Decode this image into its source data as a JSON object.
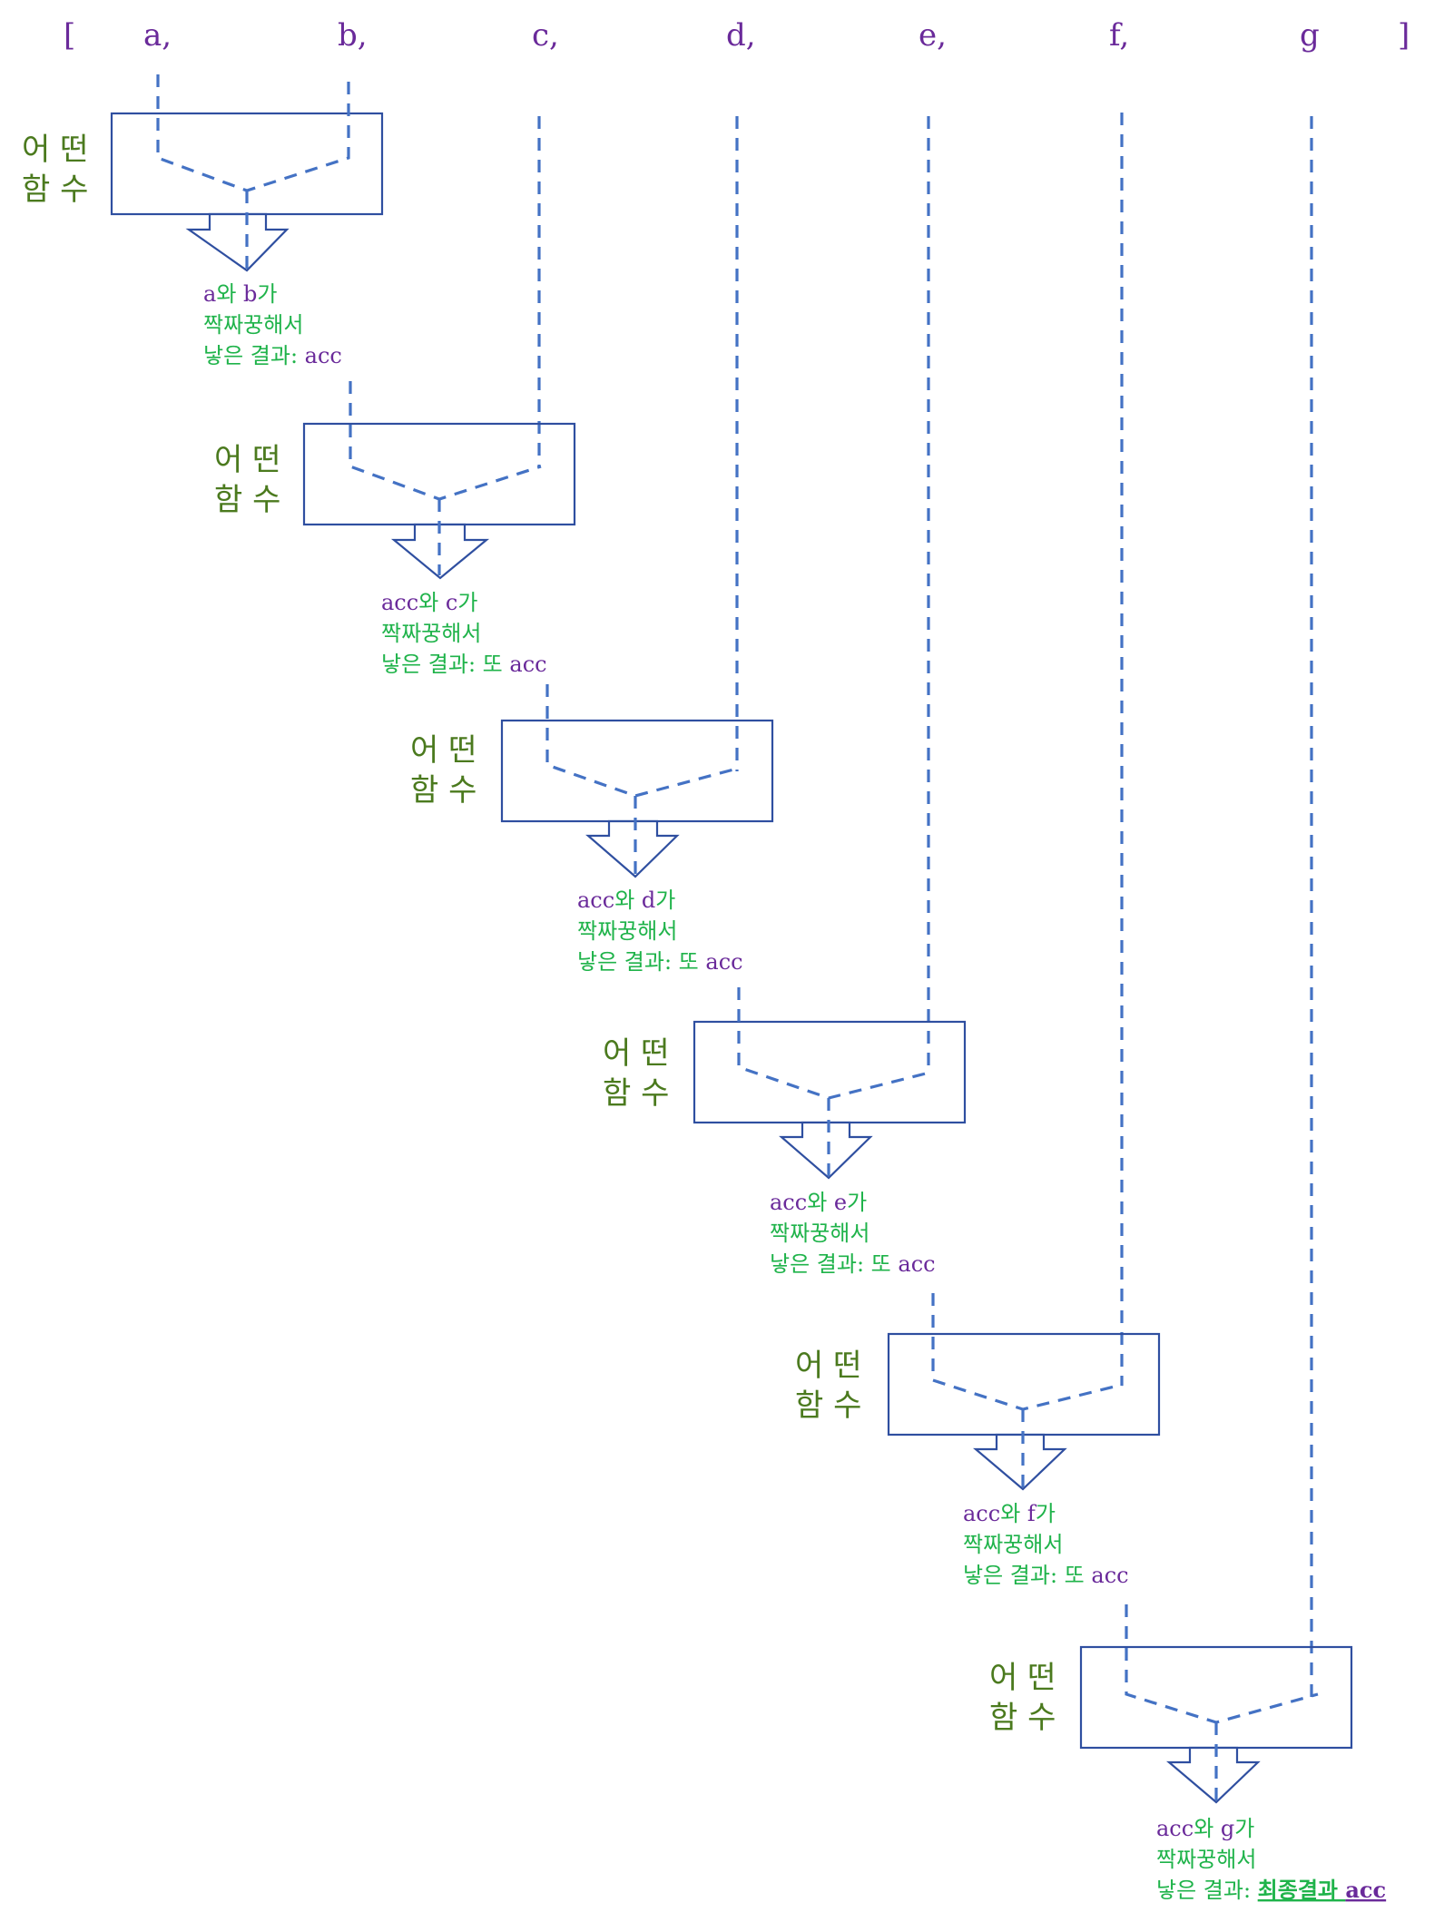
{
  "header": {
    "open_bracket": "[",
    "close_bracket": "]",
    "items": [
      "a,",
      "b,",
      "c,",
      "d,",
      "e,",
      "f,",
      "g"
    ]
  },
  "function_label": {
    "line1": "어 떤",
    "line2": "함 수"
  },
  "steps": [
    {
      "acc_part": "a",
      "conn": "와 ",
      "next": "b",
      "ga": "가",
      "line2": "짝짜꿍해서",
      "line3_prefix": "낳은 결과: ",
      "also": "",
      "result": "acc"
    },
    {
      "acc_part": "acc",
      "conn": "와 ",
      "next": "c",
      "ga": "가",
      "line2": "짝짜꿍해서",
      "line3_prefix": "낳은 결과: ",
      "also": "또 ",
      "result": "acc"
    },
    {
      "acc_part": "acc",
      "conn": "와 ",
      "next": "d",
      "ga": "가",
      "line2": "짝짜꿍해서",
      "line3_prefix": "낳은 결과: ",
      "also": "또 ",
      "result": "acc"
    },
    {
      "acc_part": "acc",
      "conn": "와 ",
      "next": "e",
      "ga": "가",
      "line2": "짝짜꿍해서",
      "line3_prefix": "낳은 결과: ",
      "also": "또 ",
      "result": "acc"
    },
    {
      "acc_part": "acc",
      "conn": "와 ",
      "next": "f",
      "ga": "가",
      "line2": "짝짜꿍해서",
      "line3_prefix": "낳은 결과: ",
      "also": "또 ",
      "result": "acc"
    },
    {
      "acc_part": "acc",
      "conn": "와 ",
      "next": "g",
      "ga": "가",
      "line2": "짝짜꿍해서",
      "line3_prefix": "낳은 결과: ",
      "also": "",
      "result": ""
    }
  ],
  "final": {
    "label_green": "최종결과",
    "label_purple": "acc"
  },
  "colors": {
    "purple": "#6a2a9a",
    "green": "#1fb34a",
    "function_label": "#4b7a1e",
    "box_stroke": "#2f4fa0",
    "dash": "#4472c4"
  }
}
